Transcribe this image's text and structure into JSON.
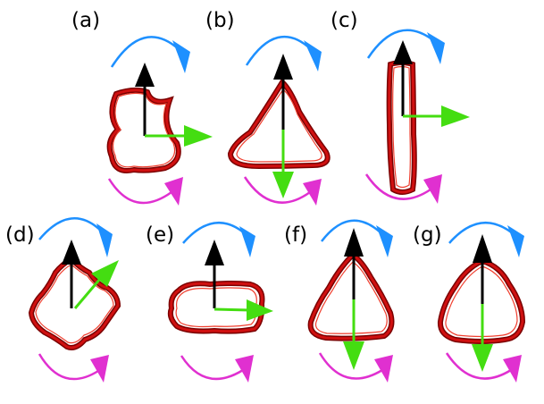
{
  "colors": {
    "loop_dark": "#7a0000",
    "loop_main": "#d01010",
    "loop_light": "#f04030",
    "vertical_arrow": "#000000",
    "normal_arrow": "#44dd11",
    "upper_curve": "#1e90ff",
    "lower_curve": "#e030d0"
  },
  "panels": [
    {
      "label": "(a)",
      "shape": "blob",
      "normal_direction": "right"
    },
    {
      "label": "(b)",
      "shape": "triangle",
      "normal_direction": "down"
    },
    {
      "label": "(c)",
      "shape": "tall-rectangle",
      "normal_direction": "right"
    },
    {
      "label": "(d)",
      "shape": "wavy-diamond",
      "normal_direction": "up-right"
    },
    {
      "label": "(e)",
      "shape": "wide-rounded-rectangle",
      "normal_direction": "right"
    },
    {
      "label": "(f)",
      "shape": "triangle",
      "normal_direction": "down"
    },
    {
      "label": "(g)",
      "shape": "rounded-triangle",
      "normal_direction": "down"
    }
  ]
}
